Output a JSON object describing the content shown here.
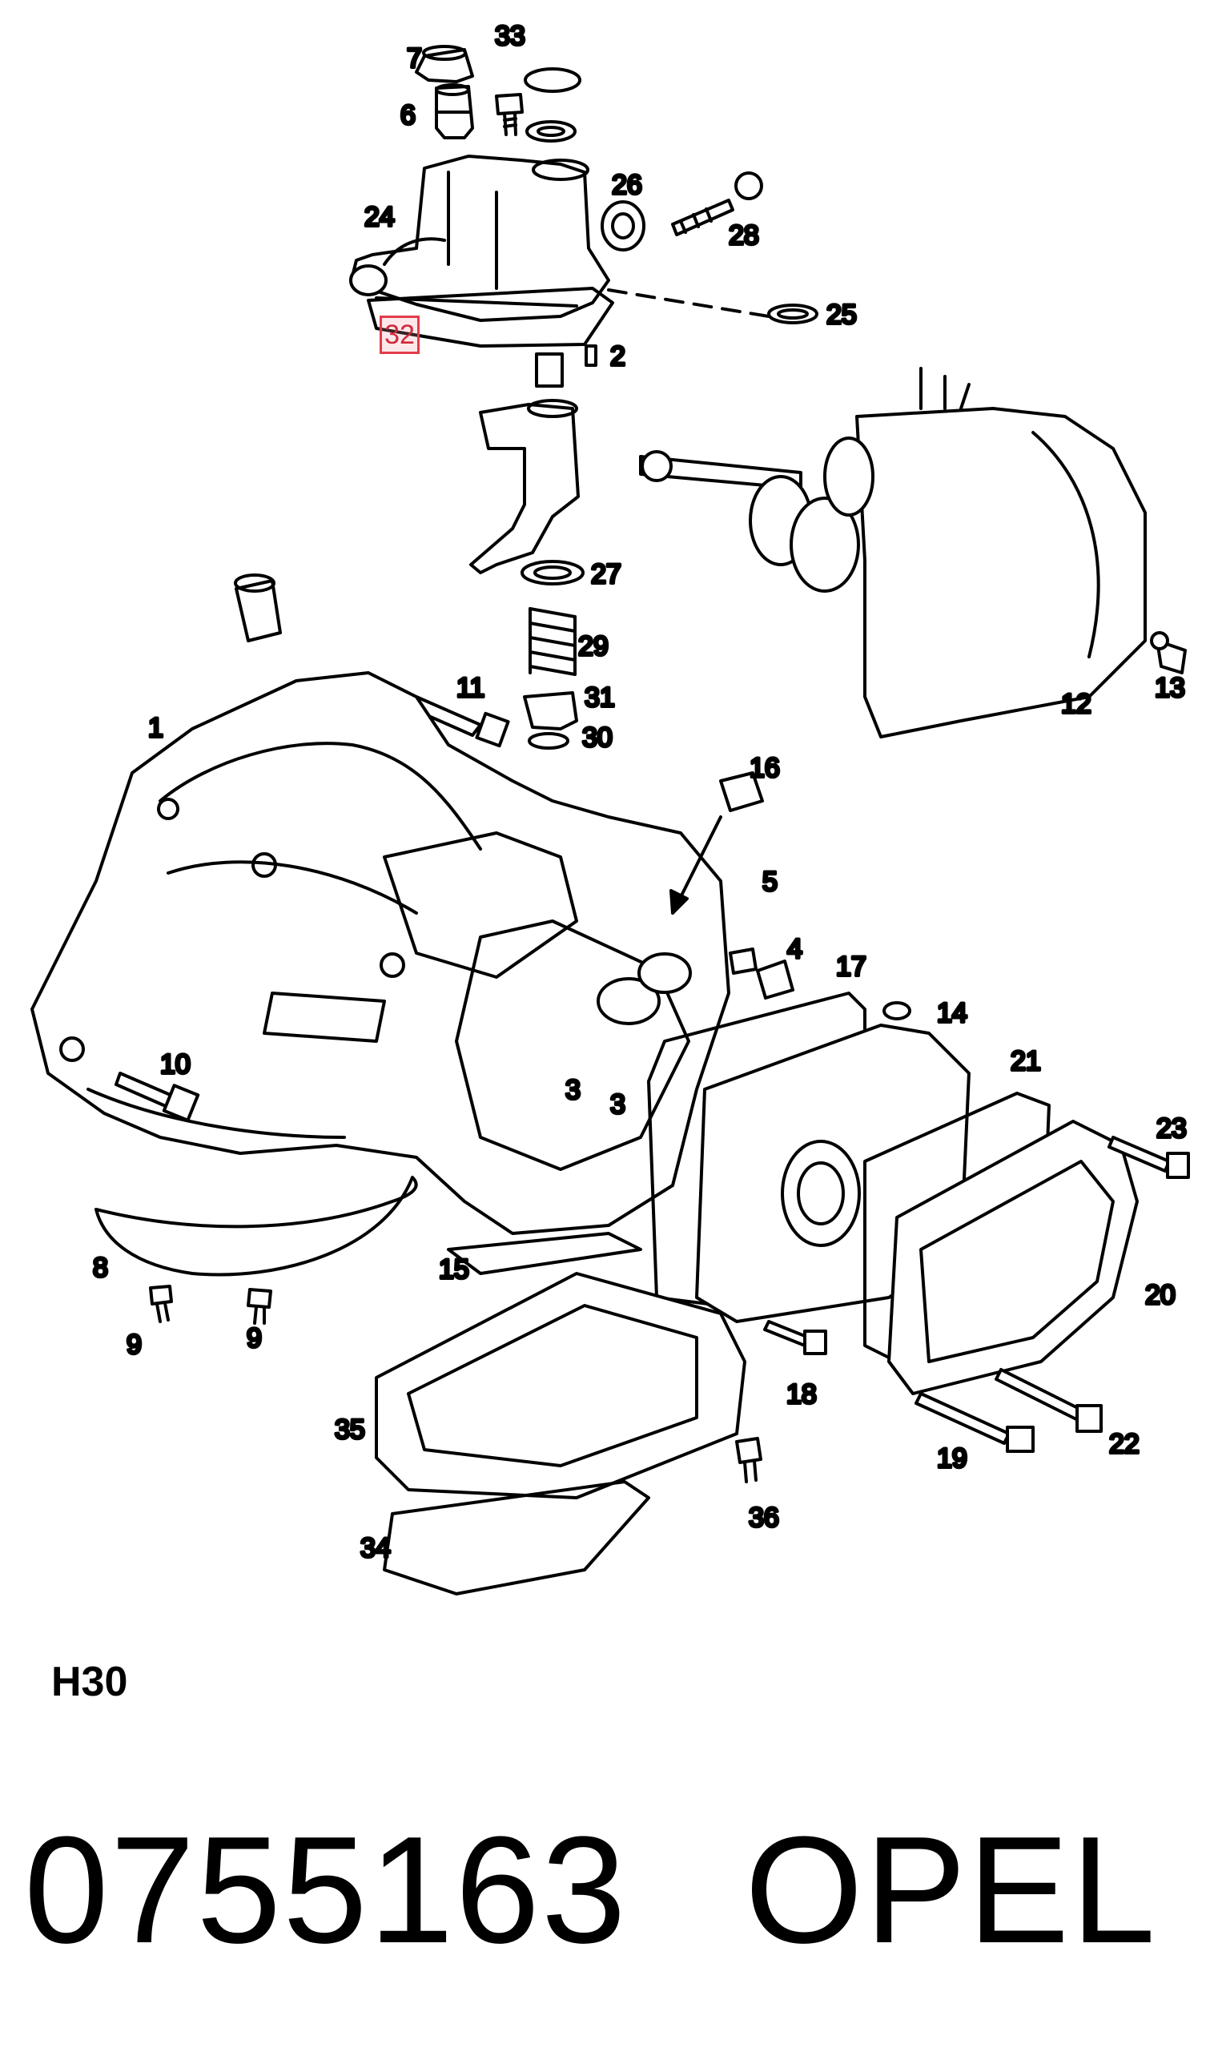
{
  "diagram": {
    "labels": {
      "n1": "1",
      "n2": "2",
      "n3a": "3",
      "n3b": "3",
      "n4": "4",
      "n5": "5",
      "n6": "6",
      "n7": "7",
      "n8": "8",
      "n9a": "9",
      "n9b": "9",
      "n10": "10",
      "n11": "11",
      "n12": "12",
      "n13": "13",
      "n14": "14",
      "n15": "15",
      "n16": "16",
      "n17": "17",
      "n18": "18",
      "n19": "19",
      "n20": "20",
      "n21": "21",
      "n22": "22",
      "n23": "23",
      "n24": "24",
      "n25": "25",
      "n26": "26",
      "n27": "27",
      "n28": "28",
      "n29": "29",
      "n30": "30",
      "n31": "31",
      "n33": "33",
      "n34": "34",
      "n35": "35",
      "n36": "36"
    },
    "highlighted_label": "32",
    "highlight_color": "#e23c4a"
  },
  "footer": {
    "model": "H30",
    "part_number": "0755163",
    "brand": "OPEL"
  }
}
